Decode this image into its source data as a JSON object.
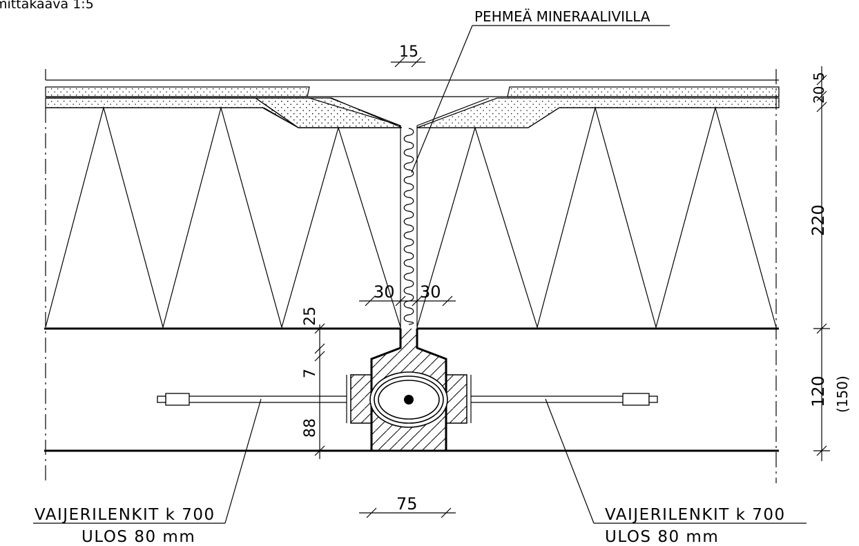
{
  "scale_label": "mittakaava 1:5",
  "labels": {
    "top_callout": "PEHMEÄ MINERAALIVILLA",
    "left_callout_line1": "VAIJERILENKIT k 700",
    "left_callout_line2": "ULOS 80 mm",
    "right_callout_line1": "VAIJERILENKIT k 700",
    "right_callout_line2": "ULOS 80 mm"
  },
  "dimensions": {
    "top_gap": "15",
    "right_top": "20",
    "right_top_small": "5",
    "right_middle": "220",
    "right_bottom": "120",
    "right_bottom_paren": "(150)",
    "center_left": "30",
    "center_right": "30",
    "left_upper": "25",
    "left_mid": "7",
    "left_lower": "88",
    "bottom": "75"
  },
  "colors": {
    "line": "#000000",
    "background": "#ffffff"
  }
}
